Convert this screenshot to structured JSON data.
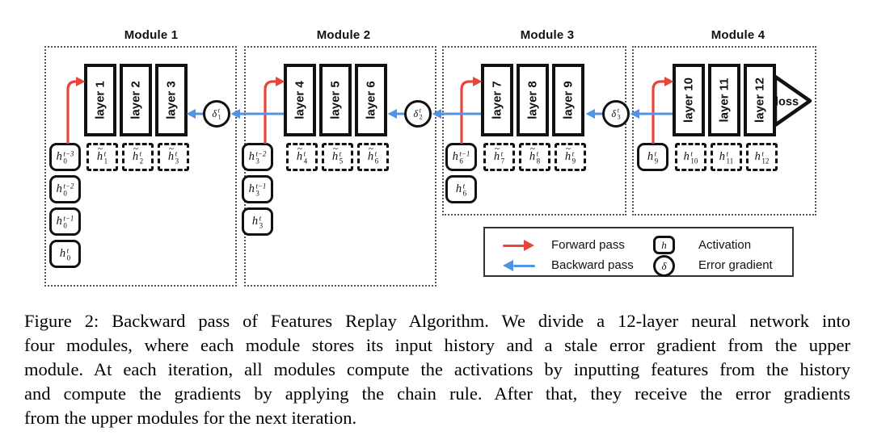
{
  "diagram": {
    "colors": {
      "forward": "#e8453a",
      "backward": "#5294e2"
    },
    "loss_label": "loss",
    "modules": [
      {
        "title": "Module 1",
        "layers": [
          "layer 1",
          "layer 2",
          "layer 3"
        ],
        "delta": {
          "base": "δ",
          "sup": "t",
          "sub": "1"
        },
        "inputs": [
          {
            "base": "h",
            "sup": "t−3",
            "sub": "0"
          },
          {
            "base": "h",
            "sup": "t−2",
            "sub": "0"
          },
          {
            "base": "h",
            "sup": "t−1",
            "sub": "0"
          },
          {
            "base": "h",
            "sup": "t",
            "sub": "0"
          }
        ],
        "replays": [
          {
            "base": "h",
            "tilde": true,
            "sup": "t",
            "sub": "1"
          },
          {
            "base": "h",
            "tilde": true,
            "sup": "t",
            "sub": "2"
          },
          {
            "base": "h",
            "tilde": true,
            "sup": "t",
            "sub": "3"
          }
        ]
      },
      {
        "title": "Module 2",
        "layers": [
          "layer 4",
          "layer 5",
          "layer 6"
        ],
        "delta": {
          "base": "δ",
          "sup": "t",
          "sub": "2"
        },
        "inputs": [
          {
            "base": "h",
            "sup": "t−2",
            "sub": "3"
          },
          {
            "base": "h",
            "sup": "t−1",
            "sub": "3"
          },
          {
            "base": "h",
            "sup": "t",
            "sub": "3"
          }
        ],
        "replays": [
          {
            "base": "h",
            "tilde": true,
            "sup": "t",
            "sub": "4"
          },
          {
            "base": "h",
            "tilde": true,
            "sup": "t",
            "sub": "5"
          },
          {
            "base": "h",
            "tilde": true,
            "sup": "t",
            "sub": "6"
          }
        ]
      },
      {
        "title": "Module 3",
        "layers": [
          "layer 7",
          "layer 8",
          "layer 9"
        ],
        "delta": {
          "base": "δ",
          "sup": "t",
          "sub": "3"
        },
        "inputs": [
          {
            "base": "h",
            "sup": "t−1",
            "sub": "6"
          },
          {
            "base": "h",
            "sup": "t",
            "sub": "6"
          }
        ],
        "replays": [
          {
            "base": "h",
            "tilde": true,
            "sup": "t",
            "sub": "7"
          },
          {
            "base": "h",
            "tilde": true,
            "sup": "t",
            "sub": "8"
          },
          {
            "base": "h",
            "tilde": true,
            "sup": "t",
            "sub": "9"
          }
        ]
      },
      {
        "title": "Module 4",
        "layers": [
          "layer 10",
          "layer 11",
          "layer 12"
        ],
        "inputs": [
          {
            "base": "h",
            "sup": "t",
            "sub": "9"
          }
        ],
        "replays": [
          {
            "base": "h",
            "sup": "t",
            "sub": "10"
          },
          {
            "base": "h",
            "sup": "t",
            "sub": "11"
          },
          {
            "base": "h",
            "sup": "t",
            "sub": "12"
          }
        ]
      }
    ],
    "legend": {
      "forward_label": "Forward pass",
      "backward_label": "Backward pass",
      "activation_label": "Activation",
      "gradient_label": "Error gradient",
      "activation_symbol": {
        "base": "h"
      },
      "gradient_symbol": {
        "base": "δ"
      }
    }
  },
  "caption": {
    "lines": [
      "Figure 2: Backward pass of Features Replay Algorithm. We divide a 12-layer neural network into",
      "four modules, where each module stores its input history and a stale error gradient from the upper",
      "module. At each iteration, all modules compute the activations by inputting features from the history",
      "and compute the gradients by applying the chain rule. After that, they receive the error gradients",
      "from the upper modules for the next iteration."
    ]
  }
}
